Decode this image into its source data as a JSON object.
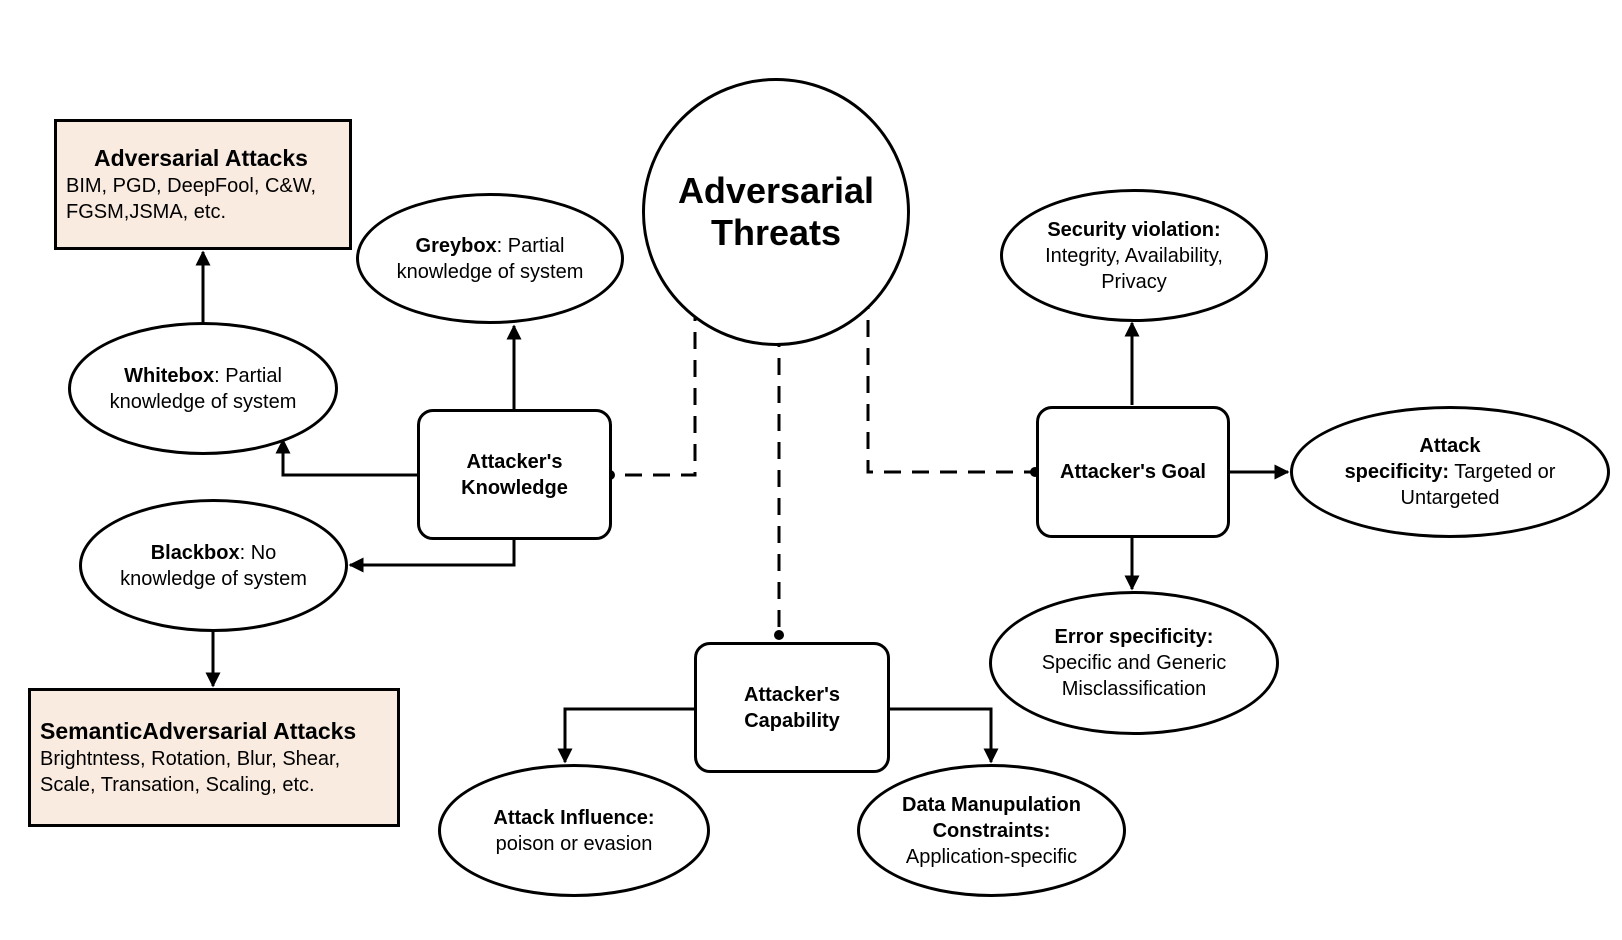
{
  "center": {
    "title_line1": "Adversarial",
    "title_line2": "Threats"
  },
  "knowledge": {
    "label_line1": "Attacker's",
    "label_line2": "Knowledge",
    "greybox": {
      "bold": "Greybox",
      "text1": ": Partial",
      "text2": "knowledge of system"
    },
    "whitebox": {
      "bold": "Whitebox",
      "text1": ": Partial",
      "text2": "knowledge of system"
    },
    "blackbox": {
      "bold": "Blackbox",
      "text1": ": No",
      "text2": "knowledge of system"
    }
  },
  "adversarial_attacks": {
    "title": "Adversarial Attacks",
    "line1": "BIM, PGD, DeepFool, C&W,",
    "line2": "FGSM,JSMA, etc."
  },
  "semantic_attacks": {
    "title": "SemanticAdversarial Attacks",
    "line1": "Brightntess, Rotation, Blur, Shear,",
    "line2": "Scale, Transation, Scaling, etc."
  },
  "goal": {
    "label": "Attacker's Goal",
    "security": {
      "bold": "Security violation:",
      "line1": "Integrity, Availability,",
      "line2": "Privacy"
    },
    "attack_specificity": {
      "bold1": "Attack",
      "bold2": "specificity:",
      "text2": " Targeted or",
      "line3": "Untargeted"
    },
    "error_specificity": {
      "bold": "Error specificity:",
      "line1": "Specific and Generic",
      "line2": "Misclassification"
    }
  },
  "capability": {
    "label_line1": "Attacker's",
    "label_line2": "Capability",
    "influence": {
      "bold": "Attack Influence:",
      "line1": "poison or evasion"
    },
    "data_manipulation": {
      "bold1": "Data Manupulation",
      "bold2": "Constraints:",
      "line1": "Application-specific"
    }
  }
}
